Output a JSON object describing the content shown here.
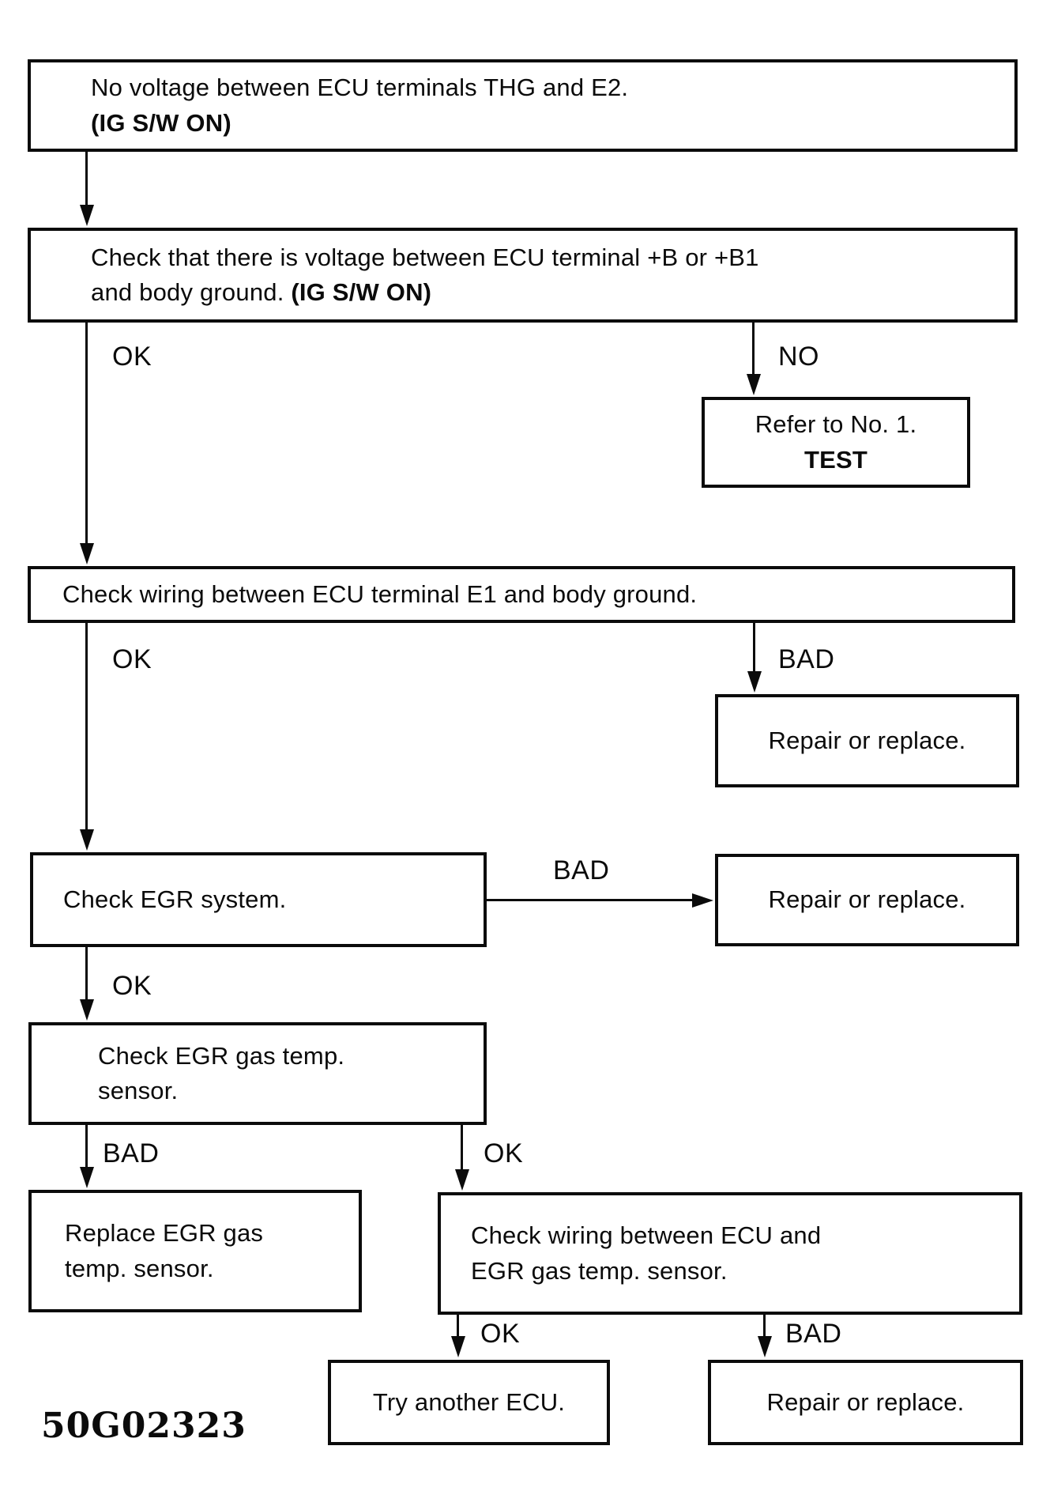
{
  "colors": {
    "ink": "#0b0b0b",
    "background": "#ffffff"
  },
  "figure_code": "50G02323",
  "nodes": {
    "symptom": {
      "line1": "No voltage between ECU terminals THG and E2.",
      "line2": "(IG S/W ON)"
    },
    "check_voltage": {
      "line1": "Check that there is voltage between ECU terminal +B or +B1",
      "line2_text": "and body ground. ",
      "line2_bold": "(IG S/W ON)"
    },
    "refer_test": {
      "line1": "Refer to No. 1.",
      "line2": "TEST"
    },
    "check_wiring_e1": {
      "line1": "Check wiring between ECU terminal E1 and body ground."
    },
    "repair_replace_1": {
      "line1": "Repair or replace."
    },
    "check_egr_system": {
      "line1": "Check EGR system."
    },
    "repair_replace_2": {
      "line1": "Repair or replace."
    },
    "check_egr_sensor": {
      "line1": "Check EGR gas temp.",
      "line2": "sensor."
    },
    "replace_egr_sensor": {
      "line1": "Replace EGR gas",
      "line2": "temp. sensor."
    },
    "check_wiring_egr": {
      "line1": "Check wiring between ECU and",
      "line2": "EGR gas temp. sensor."
    },
    "try_another_ecu": {
      "line1": "Try another ECU."
    },
    "repair_replace_3": {
      "line1": "Repair or replace."
    }
  },
  "edge_labels": {
    "b_ok": "OK",
    "b_no": "NO",
    "c_ok": "OK",
    "c_bad": "BAD",
    "d_bad": "BAD",
    "d_ok": "OK",
    "e_bad": "BAD",
    "e_ok": "OK",
    "g_ok": "OK",
    "g_bad": "BAD"
  },
  "flow_edges": [
    {
      "from": "symptom",
      "to": "check_voltage",
      "label": ""
    },
    {
      "from": "check_voltage",
      "to": "check_wiring_e1",
      "label": "OK"
    },
    {
      "from": "check_voltage",
      "to": "refer_test",
      "label": "NO"
    },
    {
      "from": "check_wiring_e1",
      "to": "check_egr_system",
      "label": "OK"
    },
    {
      "from": "check_wiring_e1",
      "to": "repair_replace_1",
      "label": "BAD"
    },
    {
      "from": "check_egr_system",
      "to": "repair_replace_2",
      "label": "BAD"
    },
    {
      "from": "check_egr_system",
      "to": "check_egr_sensor",
      "label": "OK"
    },
    {
      "from": "check_egr_sensor",
      "to": "replace_egr_sensor",
      "label": "BAD"
    },
    {
      "from": "check_egr_sensor",
      "to": "check_wiring_egr",
      "label": "OK"
    },
    {
      "from": "check_wiring_egr",
      "to": "try_another_ecu",
      "label": "OK"
    },
    {
      "from": "check_wiring_egr",
      "to": "repair_replace_3",
      "label": "BAD"
    }
  ]
}
